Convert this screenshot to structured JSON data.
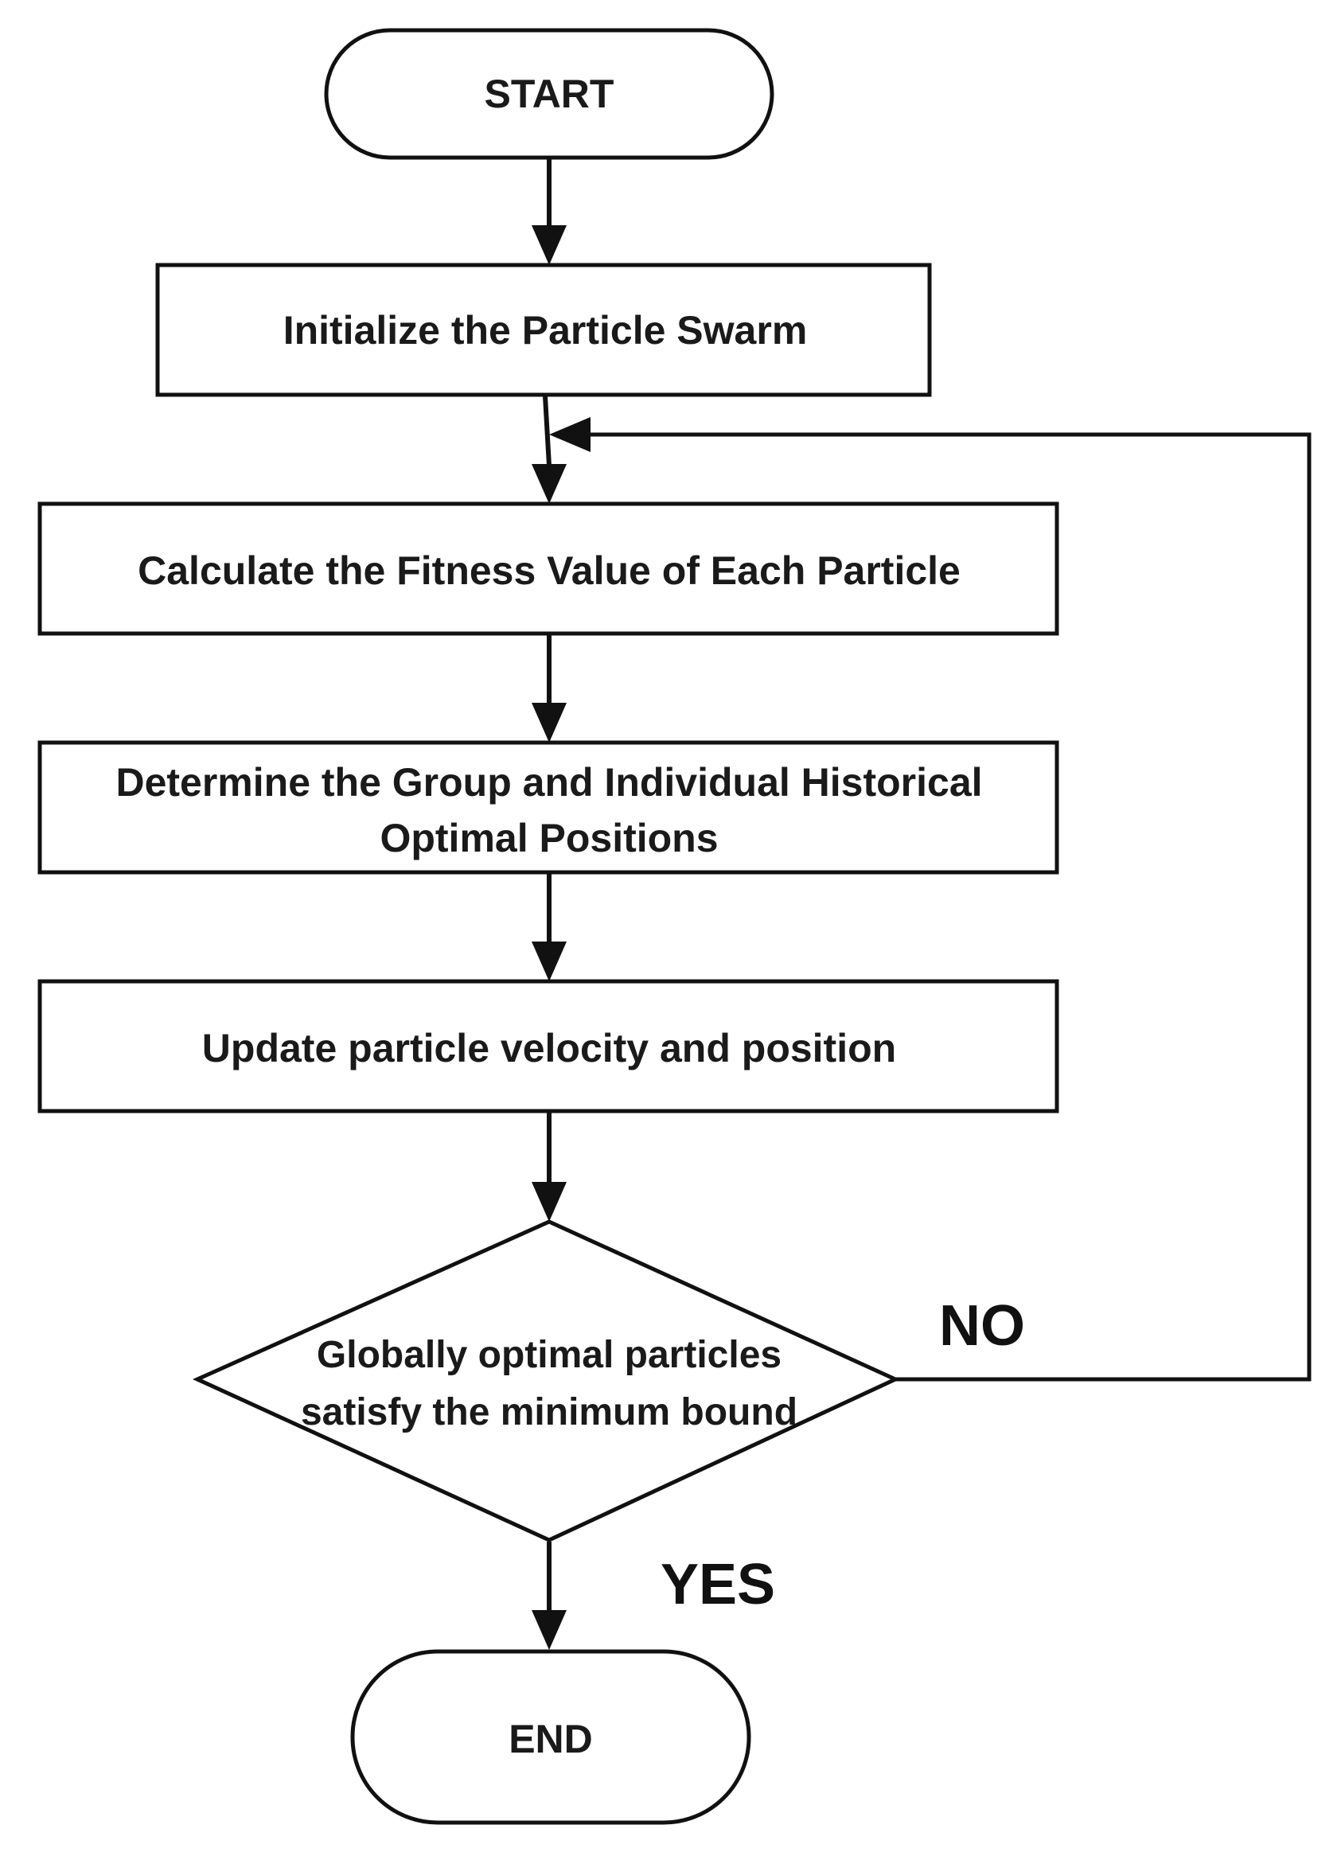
{
  "nodes": {
    "start": {
      "label": "START"
    },
    "init": {
      "label": "Initialize the Particle Swarm"
    },
    "fitness": {
      "label": "Calculate the Fitness Value of Each Particle"
    },
    "optimal": {
      "line1": "Determine the Group and Individual Historical",
      "line2": "Optimal Positions"
    },
    "update": {
      "label": "Update particle velocity and position"
    },
    "decision": {
      "line1": "Globally optimal particles",
      "line2": "satisfy the minimum bound"
    },
    "end": {
      "label": "END"
    }
  },
  "branches": {
    "no": "NO",
    "yes": "YES"
  },
  "colors": {
    "stroke": "#111111",
    "text": "#1a1a1a",
    "background": "#ffffff"
  }
}
